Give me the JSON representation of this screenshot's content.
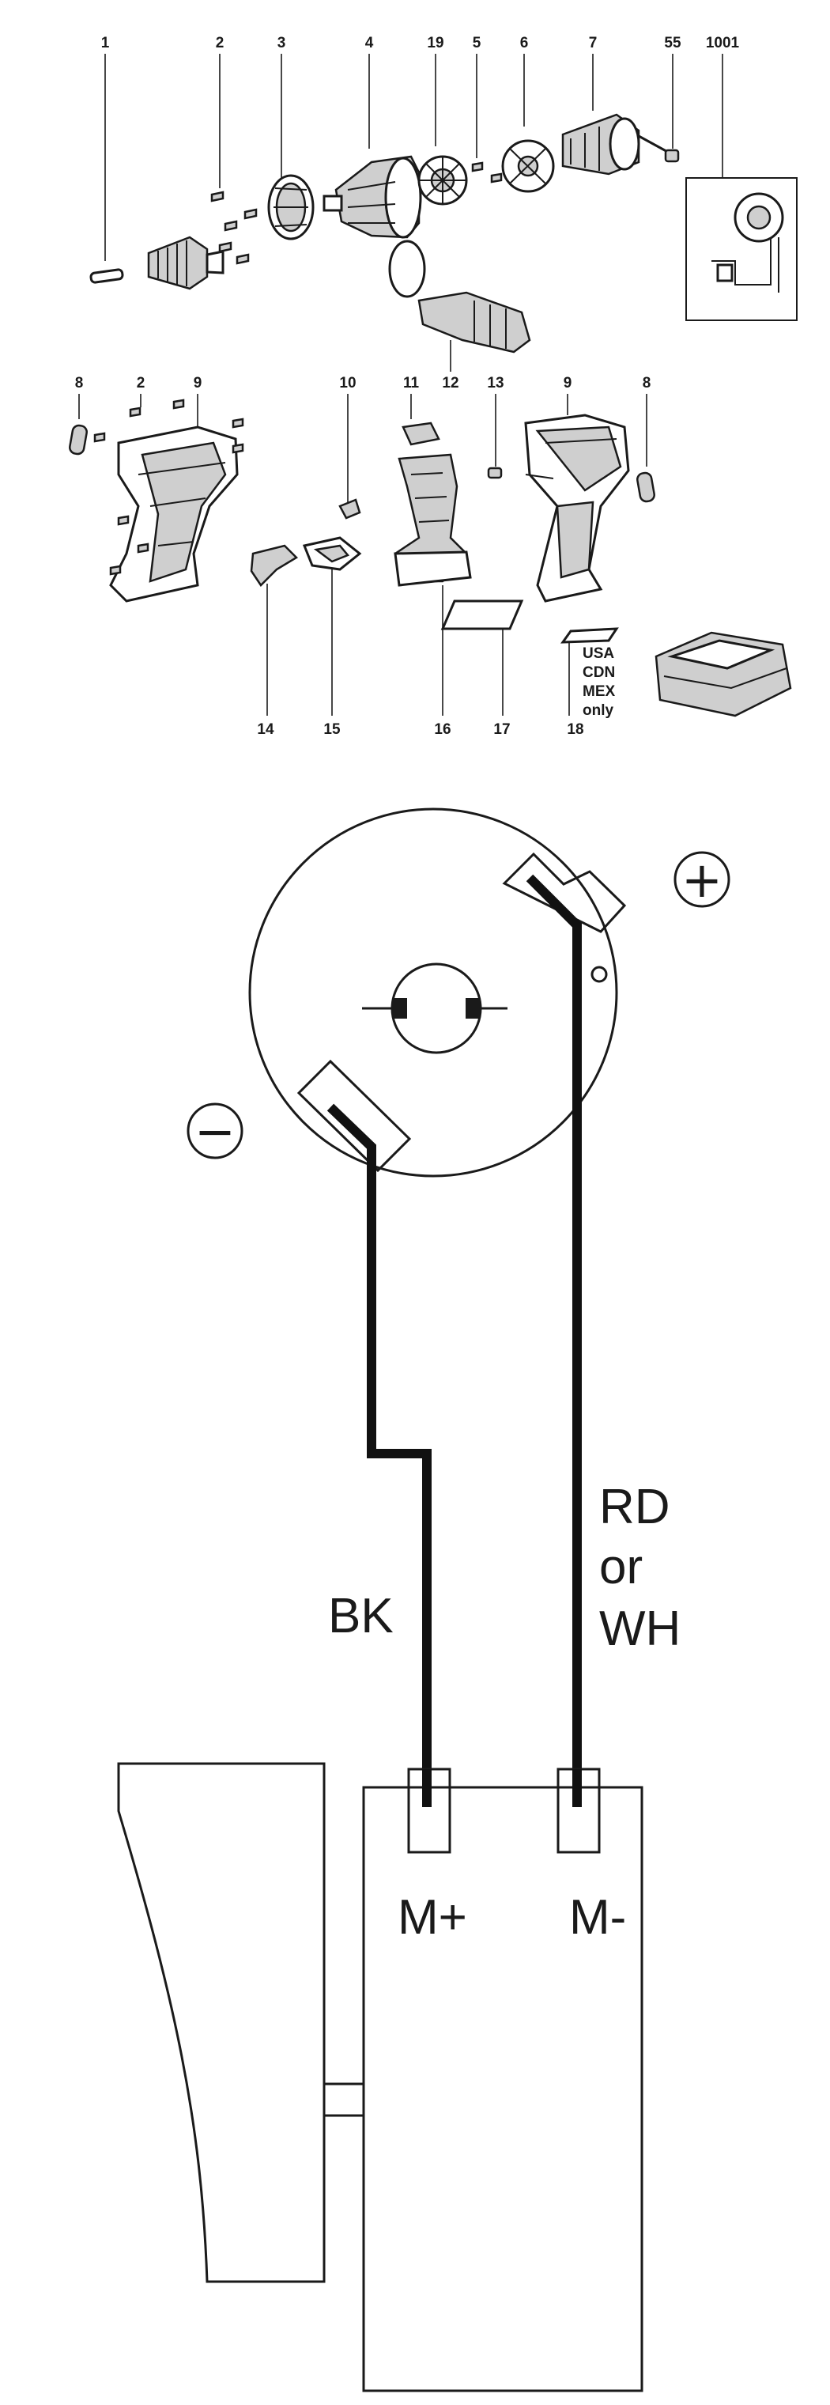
{
  "exploded_view": {
    "part_numbers_top": [
      "1",
      "2",
      "3",
      "4",
      "19",
      "5",
      "6",
      "7",
      "55",
      "1001"
    ],
    "part_numbers_mid": [
      "8",
      "2",
      "9",
      "10",
      "11",
      "12",
      "13",
      "9",
      "8"
    ],
    "part_numbers_bottom": [
      "14",
      "15",
      "16",
      "17",
      "18"
    ],
    "region_note": [
      "USA",
      "CDN",
      "MEX",
      "only"
    ]
  },
  "wiring_diagram": {
    "positive_symbol": "+",
    "negative_symbol": "−",
    "left_wire_label": "BK",
    "right_wire_label": [
      "RD",
      "or",
      "WH"
    ],
    "terminal_left": "M+",
    "terminal_right": "M-"
  }
}
